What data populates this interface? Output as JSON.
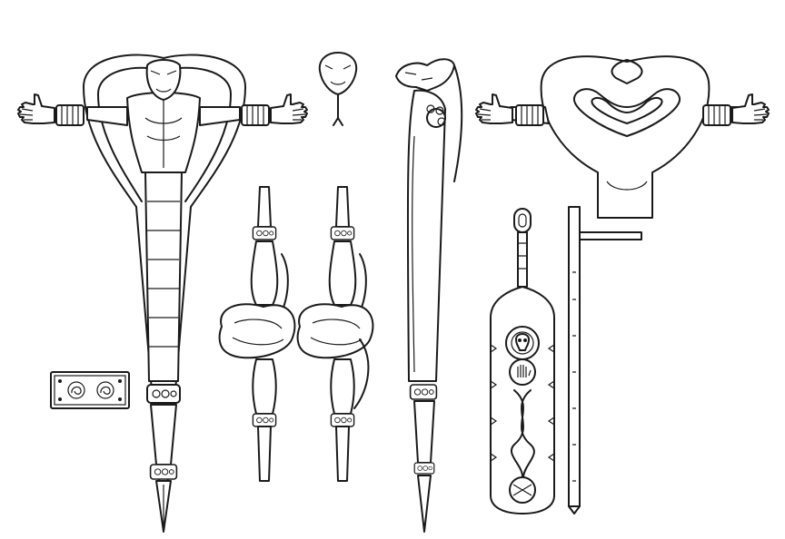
{
  "sheet": {
    "background": "#ffffff",
    "line_color": "#1a1a1a",
    "views": [
      "cobra-staff-front",
      "cobra-head-front",
      "grip-front",
      "grip-back",
      "cobra-staff-side",
      "cobra-staff-back",
      "paddle-blade-front",
      "paddle-blade-side",
      "ornament-plate"
    ],
    "icons": [
      "cobra-head-icon",
      "hand-icon",
      "skull-icon",
      "spiral-icon",
      "helix-icon",
      "bracelet-icon"
    ]
  }
}
